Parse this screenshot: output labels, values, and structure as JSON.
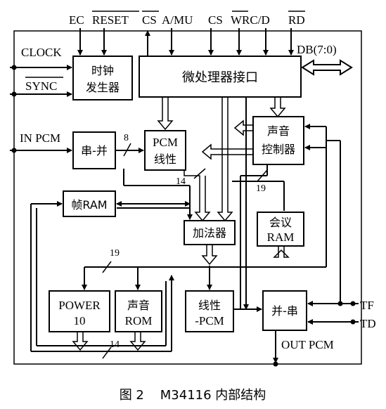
{
  "top_pins": {
    "ec": "EC",
    "reset": "RESET",
    "cs_bar": "CS",
    "a_mu": "A/MU",
    "cs": "CS",
    "wrc_d": "WRC/D",
    "rd": "RD"
  },
  "side_pins": {
    "clock": "CLOCK",
    "sync": "SYNC",
    "in_pcm": "IN PCM",
    "db": "DB(7:0)",
    "tf": "TF",
    "td": "TD",
    "out_pcm": "OUT PCM"
  },
  "blocks": {
    "clock_gen_line1": "时钟",
    "clock_gen_line2": "发生器",
    "mpu_interface": "微处理器接口",
    "sp_converter": "串-并",
    "pcm_linear_line1": "PCM",
    "pcm_linear_line2": "线性",
    "voice_ctrl_line1": "声音",
    "voice_ctrl_line2": "控制器",
    "frame_ram": "帧RAM",
    "adder": "加法器",
    "conf_ram_line1": "会议",
    "conf_ram_line2": "RAM",
    "power_line1": "POWER",
    "power_line2": "10",
    "voice_rom_line1": "声音",
    "voice_rom_line2": "ROM",
    "linear_pcm_line1": "线性",
    "linear_pcm_line2": "-PCM",
    "ps_converter": "并-串"
  },
  "bus_widths": {
    "w8": "8",
    "w14_upper": "14",
    "w19_right": "19",
    "w19_left": "19",
    "w14_lower": "14"
  },
  "caption": "图 2    M34116 内部结构"
}
